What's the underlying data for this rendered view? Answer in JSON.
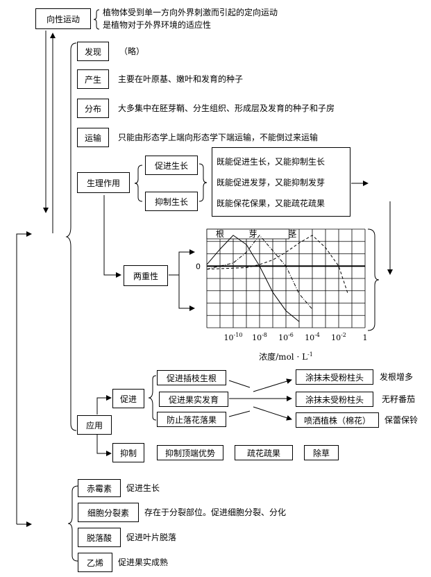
{
  "title": "向性运动",
  "definition": [
    "植物体受到单一方向外界刺激而引起的定向运动",
    "是植物对于外界环境的适应性"
  ],
  "auxin": {
    "discovery": {
      "label": "发现",
      "text": "（略）"
    },
    "production": {
      "label": "产生",
      "text": "主要在叶原基、嫩叶和发育的种子"
    },
    "distribution": {
      "label": "分布",
      "text": "大多集中在胚芽鞘、分生组织、形成层及发育的种子和子房"
    },
    "transport": {
      "label": "运输",
      "text": "只能由形态学上端向形态学下端运输，不能倒过来运输"
    },
    "physiology": {
      "label": "生理作用",
      "promote": "促进生长",
      "inhibit": "抑制生长",
      "effects": [
        "既能促进生长，又能抑制生长",
        "既能促进发芽，又能抑制发芽",
        "既能保花保果，又能疏花疏果"
      ]
    },
    "duality": {
      "label": "两重性"
    },
    "application": {
      "label": "应用",
      "promote": {
        "label": "促进",
        "items": [
          "促进插枝生根",
          "促进果实发育",
          "防止落花落果"
        ],
        "methods": [
          "涂抹未受粉柱头",
          "涂抹未受粉柱头",
          "喷洒植株（棉花）"
        ],
        "results": [
          "发根增多",
          "无籽番茄",
          "保蕾保铃"
        ]
      },
      "inhibit": {
        "label": "抑制",
        "items": [
          "抑制顶端优势",
          "疏花疏果",
          "除草"
        ]
      }
    }
  },
  "others": [
    {
      "label": "赤霉素",
      "text": "促进生长"
    },
    {
      "label": "细胞分裂素",
      "text": "存在于分裂部位。促进细胞分裂、分化"
    },
    {
      "label": "脱落酸",
      "text": "促进叶片脱落"
    },
    {
      "label": "乙烯",
      "text": "促进果实成熟"
    }
  ],
  "chart_data": {
    "type": "line",
    "series": [
      {
        "name": "根",
        "x": [
          -12,
          -11,
          -10,
          -9,
          -8,
          -7,
          -6,
          -5
        ],
        "y": [
          0.05,
          0.55,
          1.0,
          0.7,
          0.0,
          -0.85,
          -1.45,
          -1.8
        ],
        "style": "solid"
      },
      {
        "name": "芽",
        "x": [
          -12,
          -10,
          -9,
          -8,
          -7,
          -6,
          -5,
          -4
        ],
        "y": [
          -0.1,
          0.1,
          0.45,
          1.0,
          0.5,
          0.0,
          -0.9,
          -1.4
        ],
        "style": "dashdot"
      },
      {
        "name": "茎",
        "x": [
          -12,
          -9,
          -8,
          -7,
          -6,
          -5,
          -4,
          -3,
          -2,
          -1.3
        ],
        "y": [
          -0.1,
          -0.05,
          0.05,
          0.2,
          0.45,
          0.75,
          1.0,
          0.6,
          0.0,
          -0.9
        ],
        "style": "dashed"
      }
    ],
    "curve_labels": [
      "根",
      "芽",
      "茎"
    ],
    "y_zero_label": "0",
    "x_ticks": [
      {
        "base": "10",
        "exp": "-10",
        "x": -10
      },
      {
        "base": "10",
        "exp": "-8",
        "x": -8
      },
      {
        "base": "10",
        "exp": "-6",
        "x": -6
      },
      {
        "base": "10",
        "exp": "-4",
        "x": -4
      },
      {
        "base": "10",
        "exp": "-2",
        "x": -2
      },
      {
        "base": "1",
        "exp": "",
        "x": 0
      }
    ],
    "xlabel": {
      "main": "浓度/mol · L",
      "sup": "-1"
    },
    "xlim": [
      -12,
      0
    ],
    "ylim": [
      -2,
      1.2
    ],
    "grid": true
  }
}
